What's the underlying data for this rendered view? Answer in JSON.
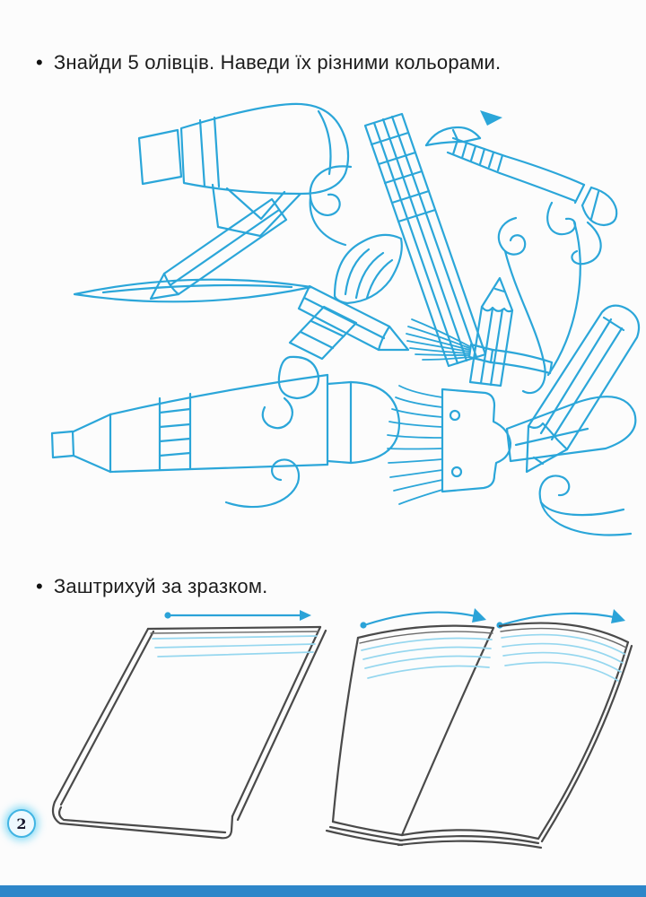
{
  "page": {
    "number": "2",
    "background_color": "#fcfcfc",
    "footer_color": "#2e86c9"
  },
  "tasks": [
    {
      "bullet": "•",
      "text": "Знайди 5 олівців. Наведи їх різними кольорами.",
      "illustration": "tangle of outlined pencils, pens, markers and paintbrushes with ornamental swirls",
      "line_color": "#2ba6d9"
    },
    {
      "bullet": "•",
      "text": "Заштрихуй за зразком.",
      "illustration": "closed notebook and open book with sample hatching strokes and direction arrows",
      "outline_color": "#4a4a4a",
      "hatch_color": "#96d7ef",
      "arrow_color": "#2ba3d8"
    }
  ]
}
